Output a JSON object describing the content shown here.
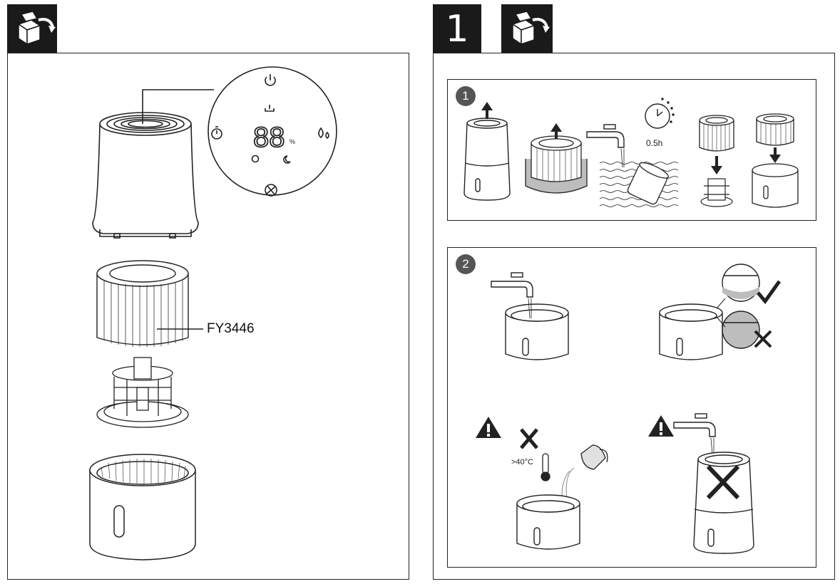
{
  "left_panel": {
    "display": {
      "digits": "88",
      "percent_unit": "%"
    },
    "filter_model": "FY3446"
  },
  "right_panel": {
    "header_number": "1",
    "step1": {
      "badge": "1",
      "soak_time": "0.5h"
    },
    "step2": {
      "badge": "2",
      "temperature_limit": ">40°C"
    }
  },
  "icons": {
    "unbox": "unbox-icon",
    "power": "power-icon",
    "timer": "timer-icon",
    "humidity": "humidity-drops-icon",
    "auto": "auto-mode-icon",
    "sleep": "sleep-mode-icon",
    "fan": "fan-icon",
    "water_level": "water-level-icon",
    "warning": "warning-icon",
    "check": "check-icon",
    "cross": "cross-icon",
    "clock": "clock-icon",
    "thermometer": "thermometer-icon"
  }
}
